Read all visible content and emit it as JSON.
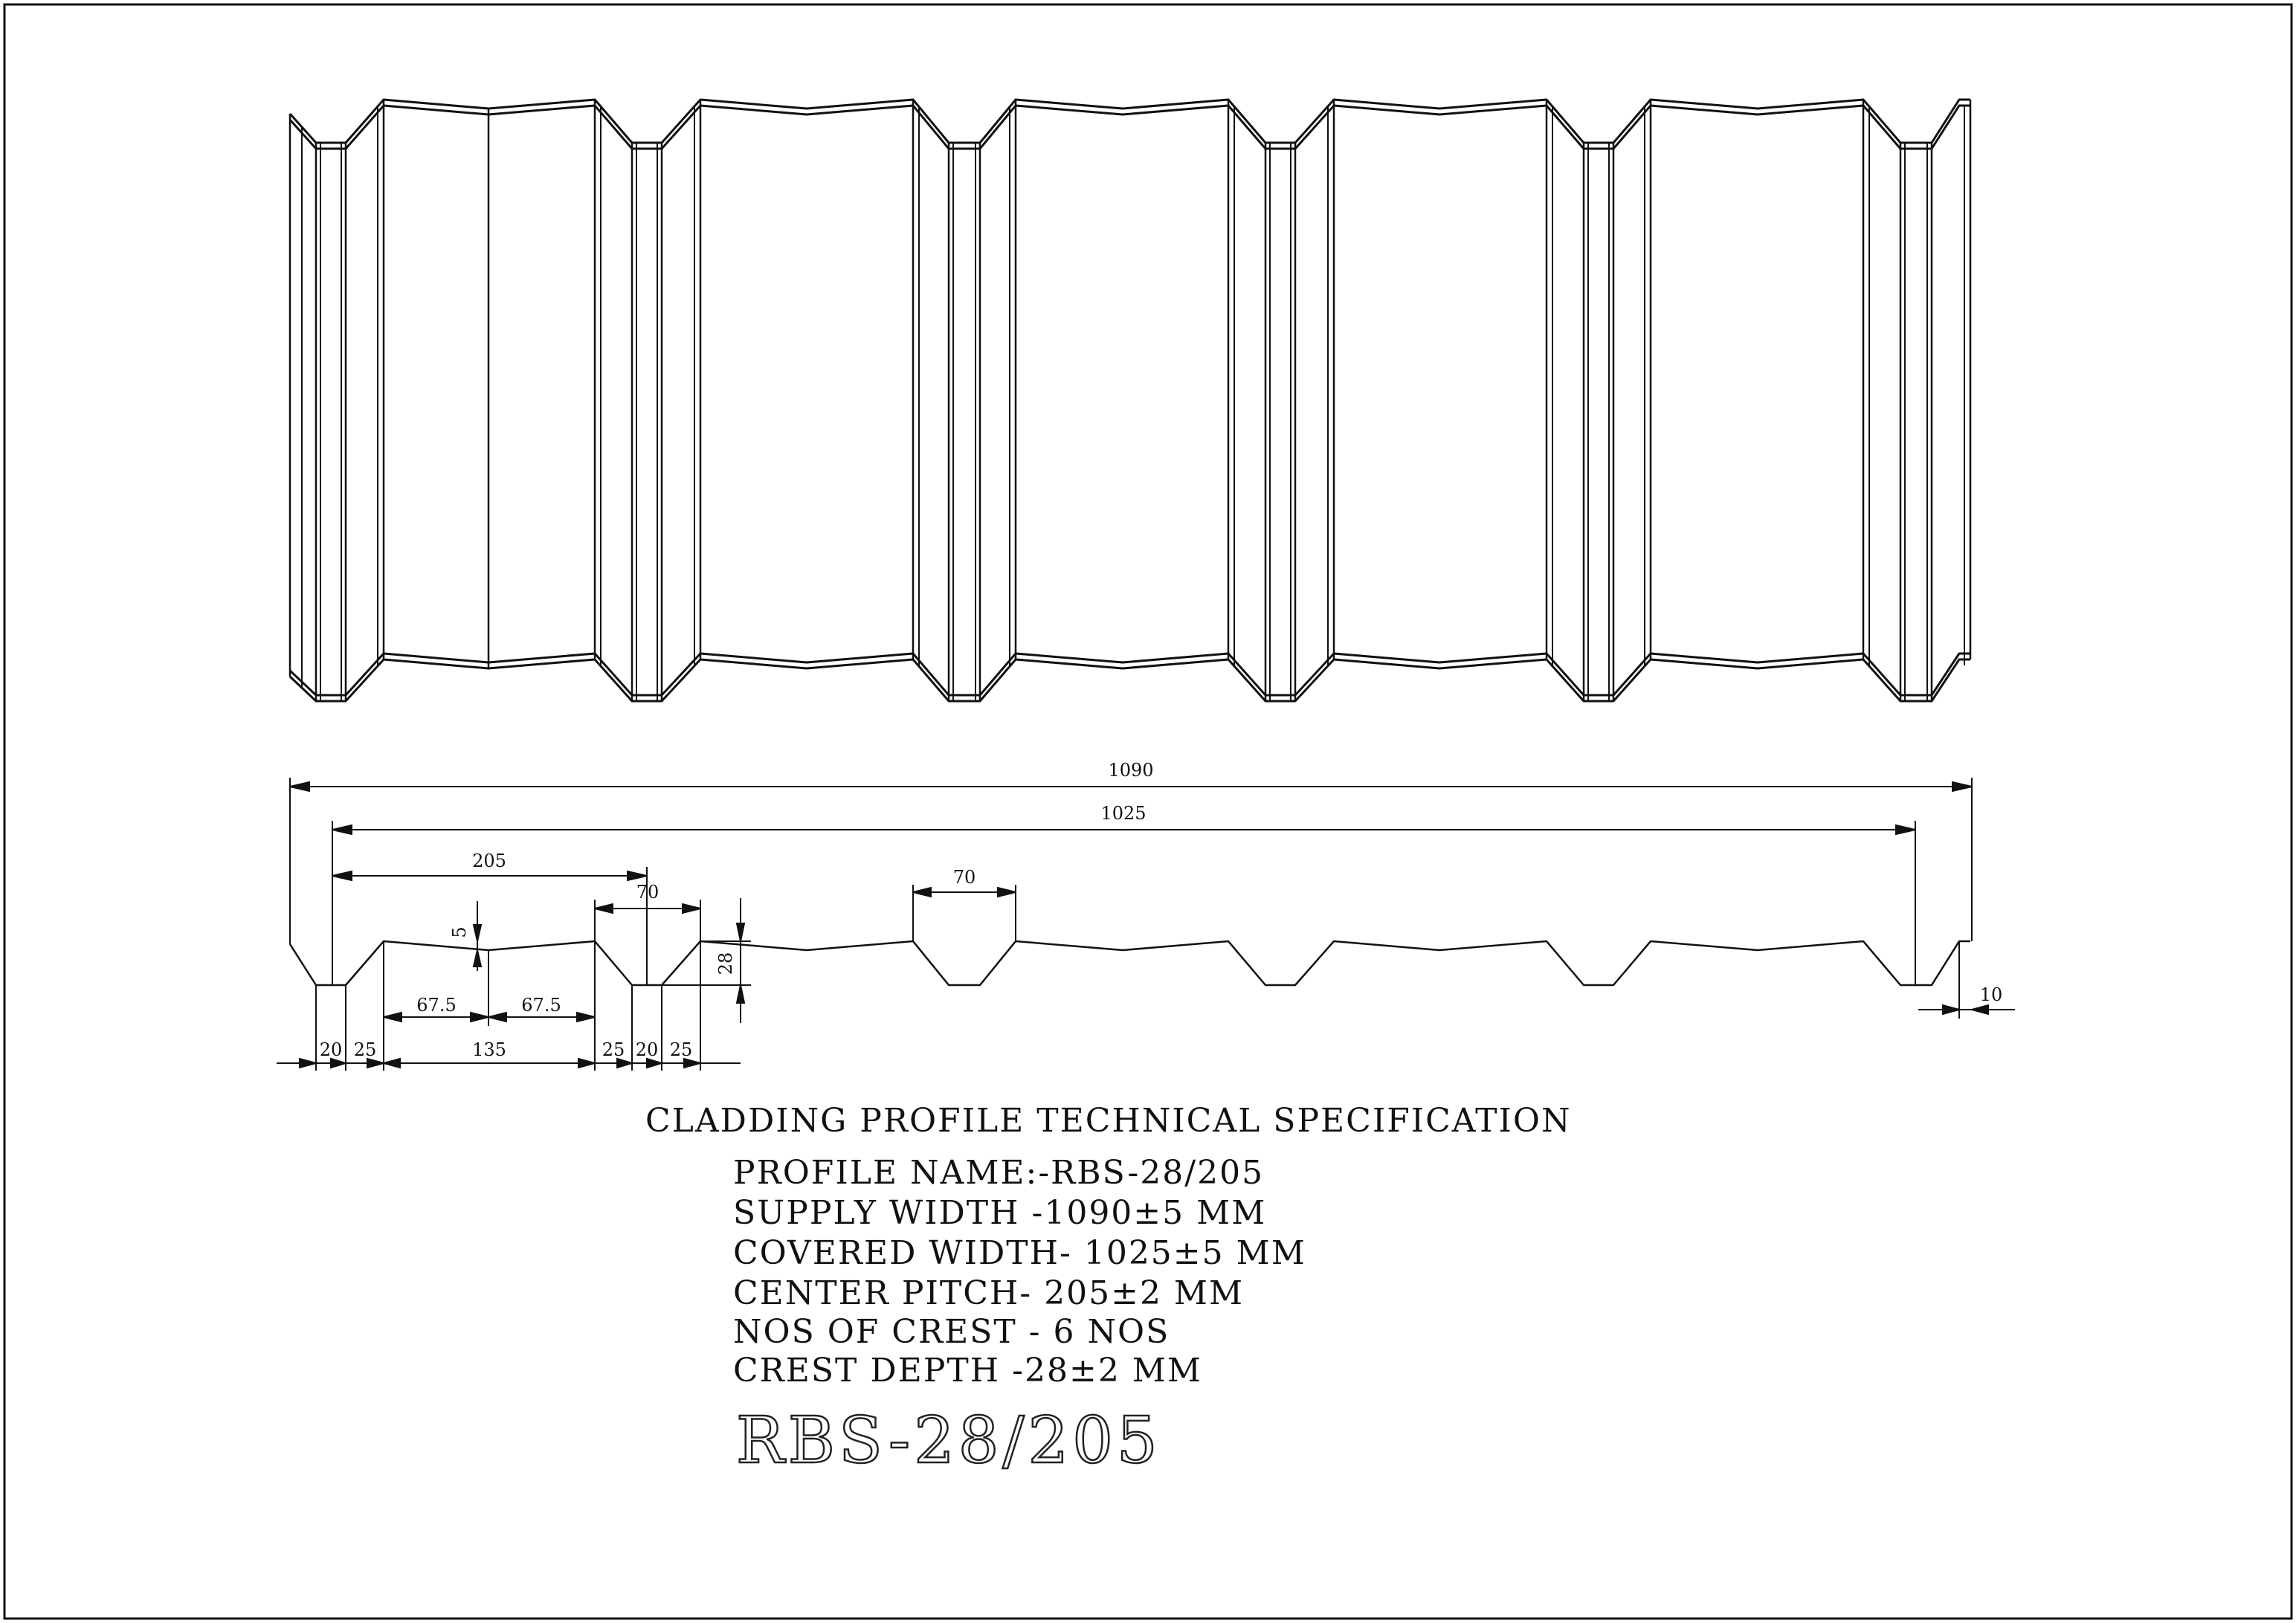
{
  "dimensions": {
    "supply_width": "1090",
    "covered_width": "1025",
    "center_pitch": "205",
    "crest_top_width": "70",
    "crest_top_width_right": "70",
    "valley_step": "5",
    "crest_depth": "28",
    "valley_half_left": "67.5",
    "valley_half_right": "67.5",
    "end_lap": "10",
    "bottom_20_a": "20",
    "bottom_25_a": "25",
    "bottom_135": "135",
    "bottom_25_b": "25",
    "bottom_20_b": "20",
    "bottom_25_c": "25"
  },
  "specification": {
    "heading": "CLADDING PROFILE TECHNICAL SPECIFICATION",
    "lines": [
      "PROFILE NAME:-RBS-28/205",
      "SUPPLY WIDTH -1090±5 MM",
      "COVERED WIDTH- 1025±5 MM",
      "CENTER PITCH- 205±2 MM",
      "NOS OF CREST - 6 NOS",
      "CREST DEPTH -28±2 MM"
    ]
  },
  "profile_title": "RBS-28/205",
  "colors": {
    "line": "#111111",
    "background": "#ffffff"
  }
}
